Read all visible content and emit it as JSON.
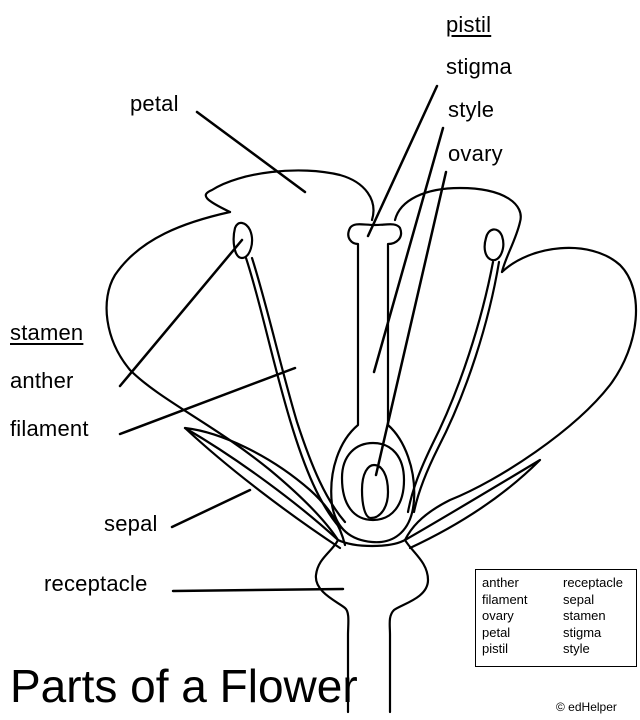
{
  "labels": {
    "pistil_heading": "pistil",
    "stigma": "stigma",
    "style": "style",
    "ovary": "ovary",
    "petal": "petal",
    "stamen_heading": "stamen",
    "anther": "anther",
    "filament": "filament",
    "sepal": "sepal",
    "receptacle": "receptacle"
  },
  "title": "Parts of a Flower",
  "word_bank": {
    "col1": [
      "anther",
      "filament",
      "ovary",
      "petal",
      "pistil"
    ],
    "col2": [
      "receptacle",
      "sepal",
      "stamen",
      "stigma",
      "style"
    ]
  },
  "copyright": "© edHelper"
}
